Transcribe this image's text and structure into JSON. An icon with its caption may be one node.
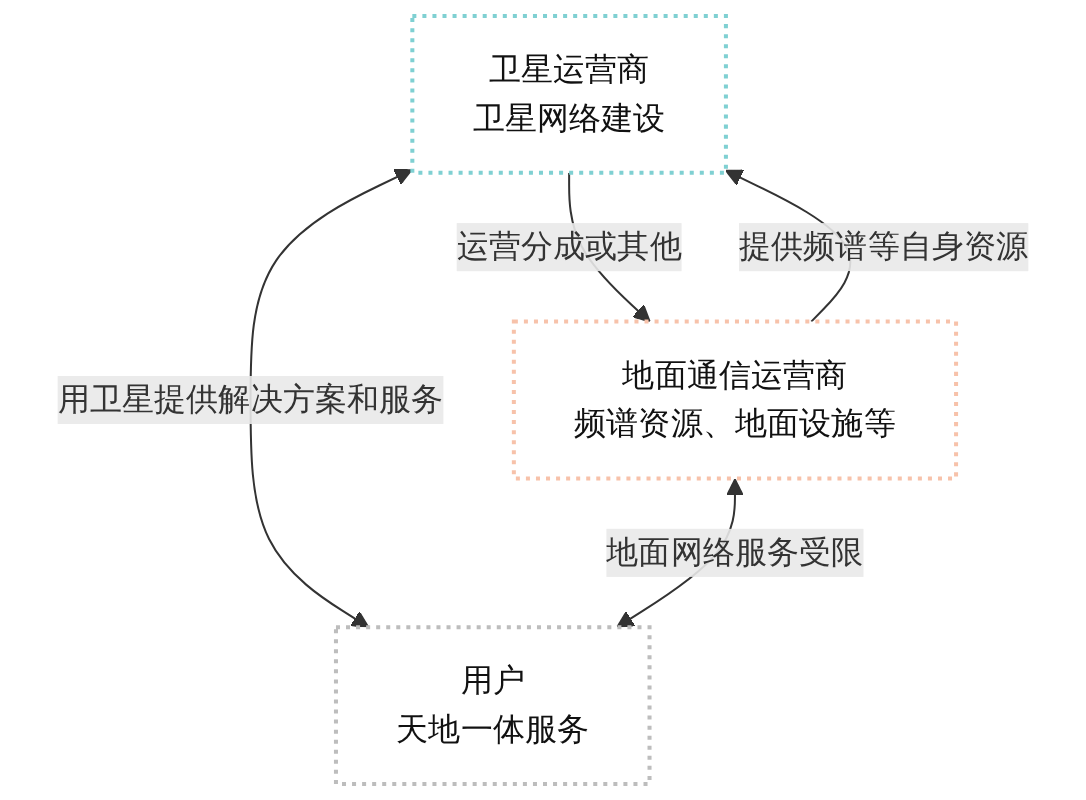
{
  "diagram": {
    "nodes": [
      {
        "text": [
          "卫星运营商",
          "卫星网络建设"
        ]
      },
      {
        "text": [
          "地面通信运营商",
          "频谱资源、地面设施等"
        ]
      },
      {
        "text": [
          "用户",
          "天地一体服务"
        ]
      }
    ],
    "edges": [
      {
        "from": 0,
        "to": 1,
        "arrow": "to",
        "label": "运营分成或其他"
      },
      {
        "from": 1,
        "to": 0,
        "arrow": "to",
        "label": "提供频谱等自身资源"
      },
      {
        "from": 0,
        "to": 2,
        "arrow": "both",
        "label": "用卫星提供解决方案和服务"
      },
      {
        "from": 1,
        "to": 2,
        "arrow": "both",
        "label": "地面网络服务受限"
      }
    ]
  }
}
